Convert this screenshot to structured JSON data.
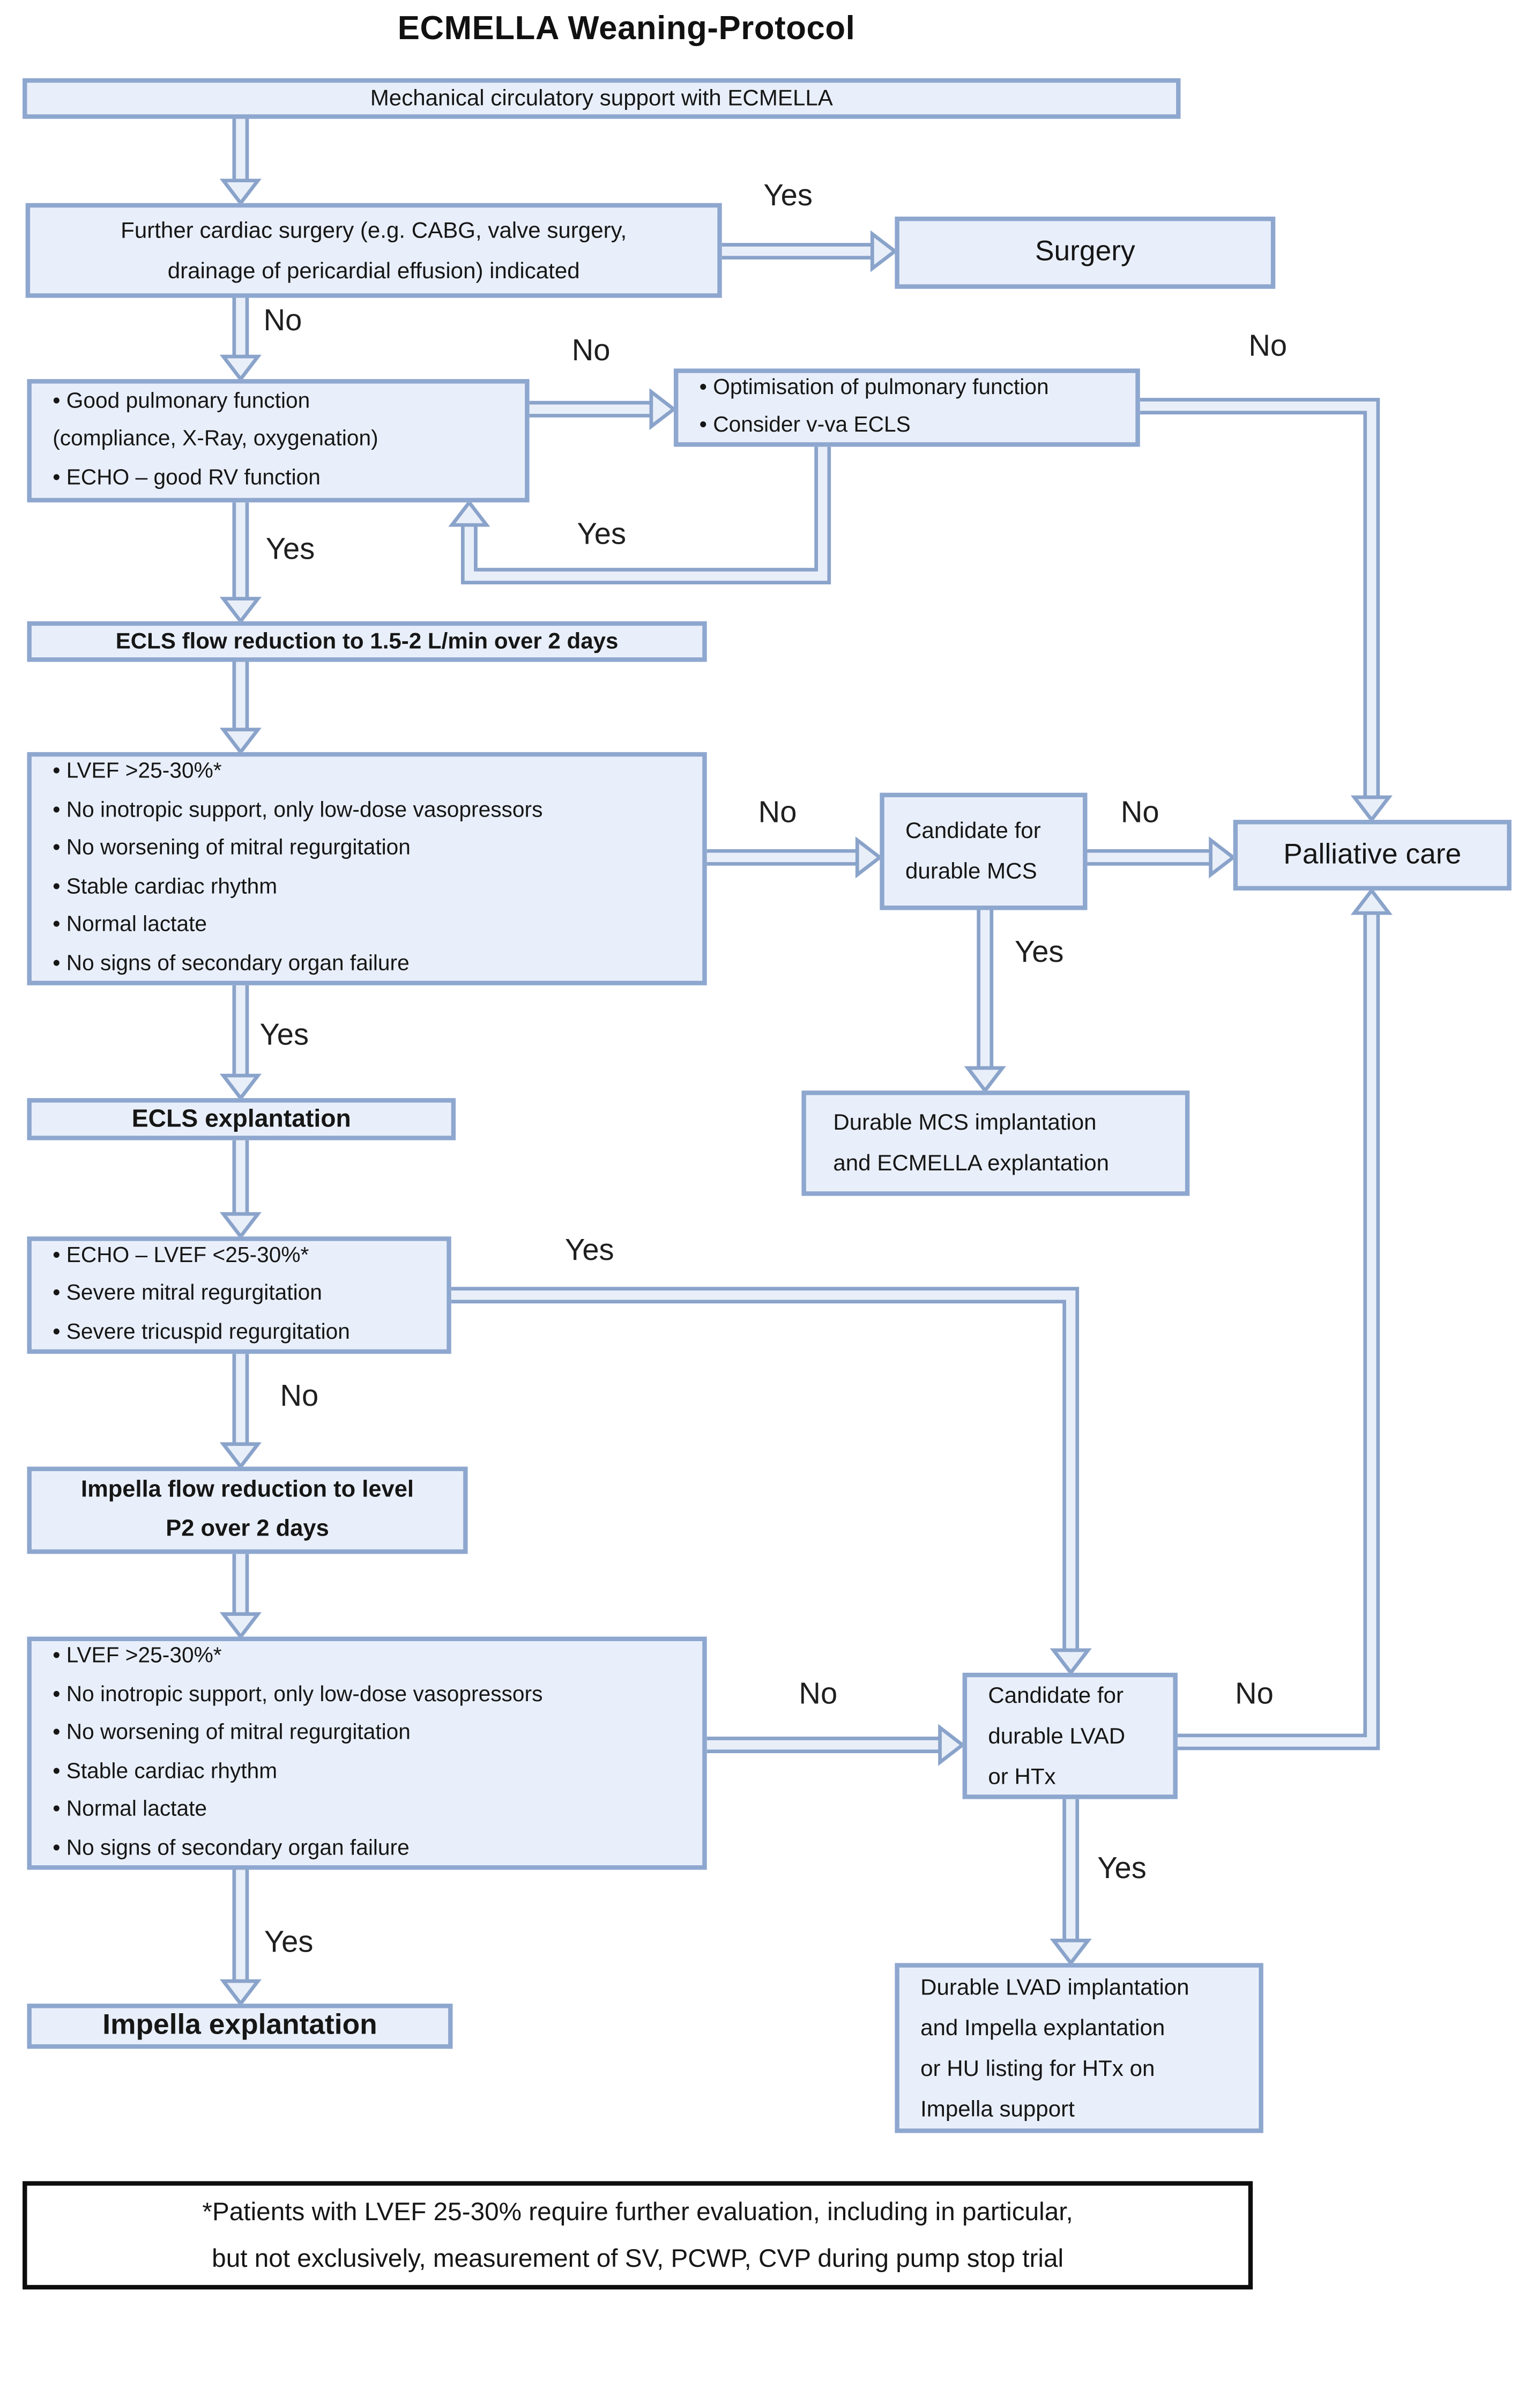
{
  "title": "ECMELLA Weaning-Protocol",
  "colors": {
    "box_fill": "#e9effa",
    "box_border": "#8ea7cf",
    "pipe_fill": "#e9eff9",
    "pipe_border": "#8aa3ca",
    "footnote_border": "#0d0d0d",
    "text": "#161616"
  },
  "nodes": {
    "mechanical": {
      "text": "Mechanical circulatory support with ECMELLA"
    },
    "further_surgery": {
      "text": "Further cardiac surgery (e.g. CABG, valve surgery,\ndrainage of pericardial effusion) indicated"
    },
    "surgery": {
      "text": "Surgery"
    },
    "pulmonary_check": {
      "lines": [
        "• Good pulmonary function",
        "(compliance, X-Ray, oxygenation)",
        "• ECHO – good RV function"
      ]
    },
    "optimisation": {
      "lines": [
        "• Optimisation of pulmonary function",
        "• Consider v-va ECLS"
      ]
    },
    "ecls_flow_reduction": {
      "text": "ECLS flow reduction to 1.5-2 L/min over 2 days"
    },
    "wean_criteria_ecls": {
      "lines": [
        "• LVEF >25-30%*",
        "• No inotropic support, only low-dose vasopressors",
        "• No worsening of mitral regurgitation",
        "• Stable cardiac rhythm",
        "• Normal lactate",
        "• No signs of secondary organ failure"
      ]
    },
    "candidate_mcs": {
      "text": "Candidate for\ndurable MCS"
    },
    "palliative": {
      "text": "Palliative care"
    },
    "durable_mcs": {
      "text": "Durable MCS implantation\nand ECMELLA explantation"
    },
    "ecls_explantation": {
      "text": "ECLS explantation"
    },
    "echo_check": {
      "lines": [
        "• ECHO – LVEF <25-30%*",
        "• Severe mitral regurgitation",
        "• Severe tricuspid regurgitation"
      ]
    },
    "impella_flow_reduction": {
      "text": "Impella flow reduction to level\nP2 over 2 days"
    },
    "wean_criteria_impella": {
      "lines": [
        "• LVEF >25-30%*",
        "• No inotropic support, only low-dose vasopressors",
        "• No worsening of mitral regurgitation",
        "• Stable cardiac rhythm",
        "• Normal lactate",
        "• No signs of secondary organ failure"
      ]
    },
    "candidate_lvad": {
      "text": "Candidate for\ndurable LVAD\nor HTx"
    },
    "durable_lvad": {
      "text": "Durable LVAD implantation\nand Impella explantation\nor HU listing for HTx on\nImpella support"
    },
    "impella_explantation": {
      "text": "Impella explantation"
    },
    "footnote": {
      "text": "*Patients with LVEF 25-30% require further evaluation, including in particular,\nbut not exclusively, measurement of SV, PCWP, CVP during pump stop trial"
    }
  },
  "edge_labels": {
    "yes_surgery": "Yes",
    "no_further": "No",
    "no_pulmonary": "No",
    "no_optimisation": "No",
    "yes_feedback": "Yes",
    "yes_pulmonary": "Yes",
    "no_criteria_ecls": "No",
    "no_candidate_mcs": "No",
    "yes_candidate_mcs": "Yes",
    "yes_criteria_ecls": "Yes",
    "yes_echo": "Yes",
    "no_echo": "No",
    "no_criteria_impella": "No",
    "no_candidate_lvad": "No",
    "yes_candidate_lvad": "Yes",
    "yes_criteria_impella": "Yes"
  }
}
